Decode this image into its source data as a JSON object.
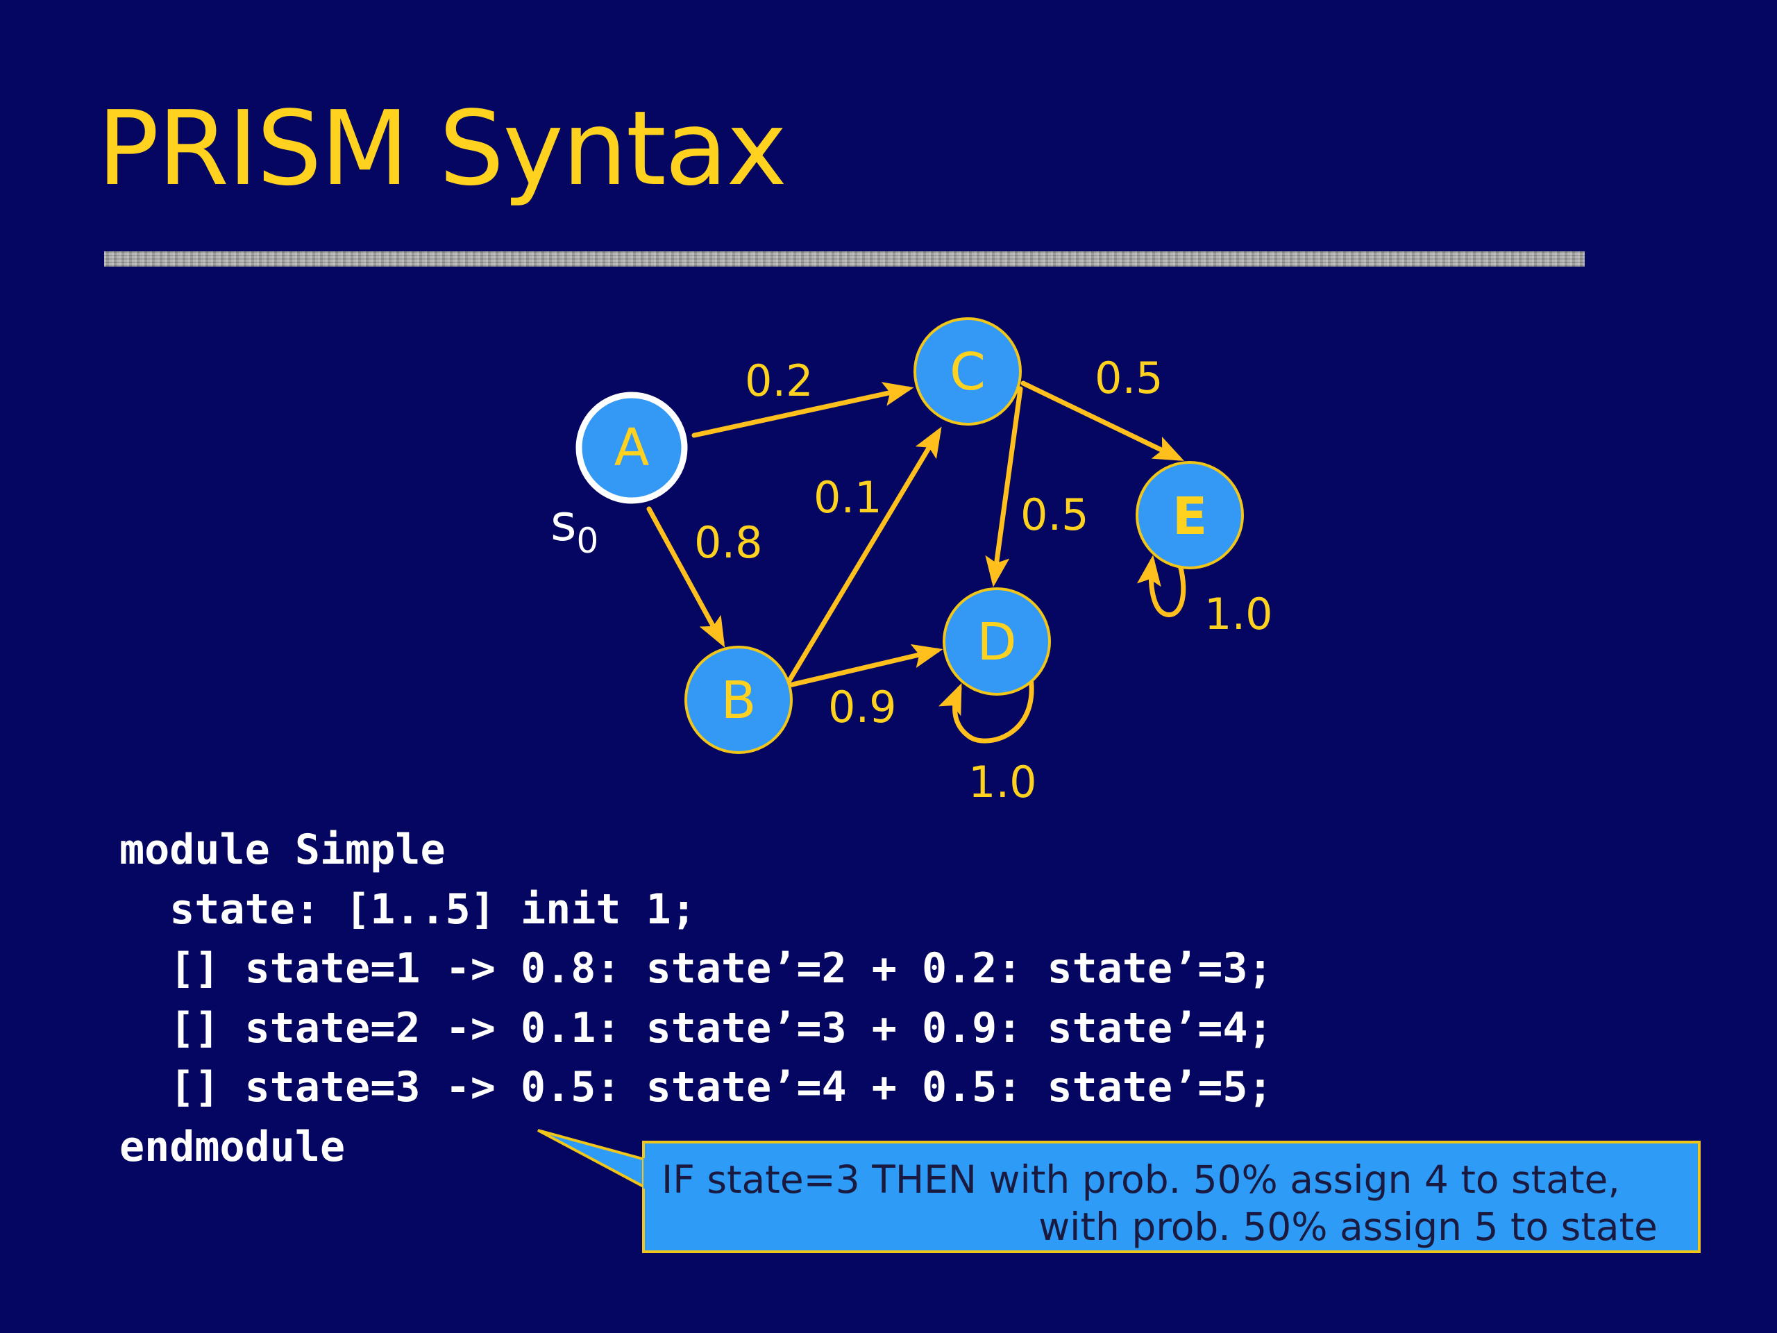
{
  "title": "PRISM Syntax",
  "diagram": {
    "nodes": [
      {
        "id": "A",
        "label": "A",
        "initial": true
      },
      {
        "id": "B",
        "label": "B"
      },
      {
        "id": "C",
        "label": "C"
      },
      {
        "id": "D",
        "label": "D"
      },
      {
        "id": "E",
        "label": "E"
      }
    ],
    "initial_label": {
      "symbol": "s",
      "subscript": "0"
    },
    "edges": [
      {
        "from": "A",
        "to": "C",
        "label": "0.2"
      },
      {
        "from": "A",
        "to": "B",
        "label": "0.8"
      },
      {
        "from": "B",
        "to": "C",
        "label": "0.1"
      },
      {
        "from": "B",
        "to": "D",
        "label": "0.9"
      },
      {
        "from": "C",
        "to": "E",
        "label": "0.5"
      },
      {
        "from": "C",
        "to": "D",
        "label": "0.5"
      },
      {
        "from": "D",
        "to": "D",
        "label": "1.0"
      },
      {
        "from": "E",
        "to": "E",
        "label": "1.0"
      }
    ],
    "colors": {
      "node_fill": "#3399f5",
      "node_stroke": "#f2c619",
      "initial_stroke": "#ffffff",
      "edge": "#ffc01e",
      "label": "#ffd21f"
    }
  },
  "code": {
    "lines": [
      "module Simple",
      "  state: [1..5] init 1;",
      "  [] state=1 -> 0.8: state’=2 + 0.2: state’=3;",
      "  [] state=2 -> 0.1: state’=3 + 0.9: state’=4;",
      "  [] state=3 -> 0.5: state’=4 + 0.5: state’=5;",
      "endmodule"
    ]
  },
  "callout": {
    "line1": "IF state=3 THEN with prob. 50% assign 4 to state,",
    "line2": "with prob. 50% assign 5 to state"
  },
  "colors": {
    "background": "#040661",
    "title": "#ffd21f",
    "code": "#ffffff",
    "callout_fill": "#2e9cf7",
    "callout_border": "#f2c619"
  }
}
